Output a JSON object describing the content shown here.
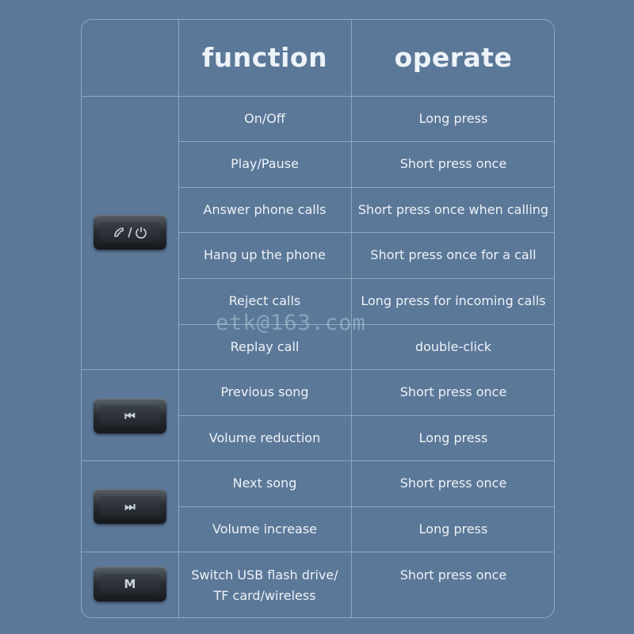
{
  "header": {
    "function": "function",
    "operate": "operate"
  },
  "groups": [
    {
      "button": "power-call",
      "rows": [
        {
          "function": "On/Off",
          "operate": "Long press"
        },
        {
          "function": "Play/Pause",
          "operate": "Short press once"
        },
        {
          "function": "Answer phone calls",
          "operate": "Short press once when calling"
        },
        {
          "function": "Hang up the phone",
          "operate": "Short press once for a call"
        },
        {
          "function": "Reject calls",
          "operate": "Long press for incoming calls"
        },
        {
          "function": "Replay call",
          "operate": "double-click"
        }
      ]
    },
    {
      "button": "previous",
      "rows": [
        {
          "function": "Previous song",
          "operate": "Short press once"
        },
        {
          "function": "Volume reduction",
          "operate": "Long press"
        }
      ]
    },
    {
      "button": "next",
      "rows": [
        {
          "function": "Next song",
          "operate": "Short press once"
        },
        {
          "function": "Volume increase",
          "operate": "Long press"
        }
      ]
    },
    {
      "button": "mode",
      "rows": [
        {
          "function_line1": "Switch USB flash drive/",
          "function_line2": "TF card/wireless",
          "operate": "Short press once"
        }
      ]
    }
  ],
  "icons": {
    "call_power": "/",
    "prev": "⏮",
    "next": "⏭",
    "mode": "M"
  },
  "watermark": "etk@163.com",
  "colors": {
    "background": "#5b7898",
    "grid": "#8fa8c3",
    "text": "#eef2f7"
  }
}
